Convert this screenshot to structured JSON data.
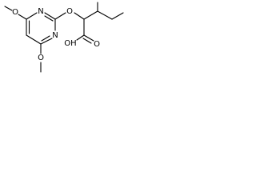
{
  "molecule": {
    "labels": {
      "o_methoxy_top": "O",
      "o_methoxy_bottom": "O",
      "n_upper": "N",
      "n_lower": "N",
      "o_ether": "O",
      "acid_oh": "OH",
      "acid_o": "O"
    }
  }
}
